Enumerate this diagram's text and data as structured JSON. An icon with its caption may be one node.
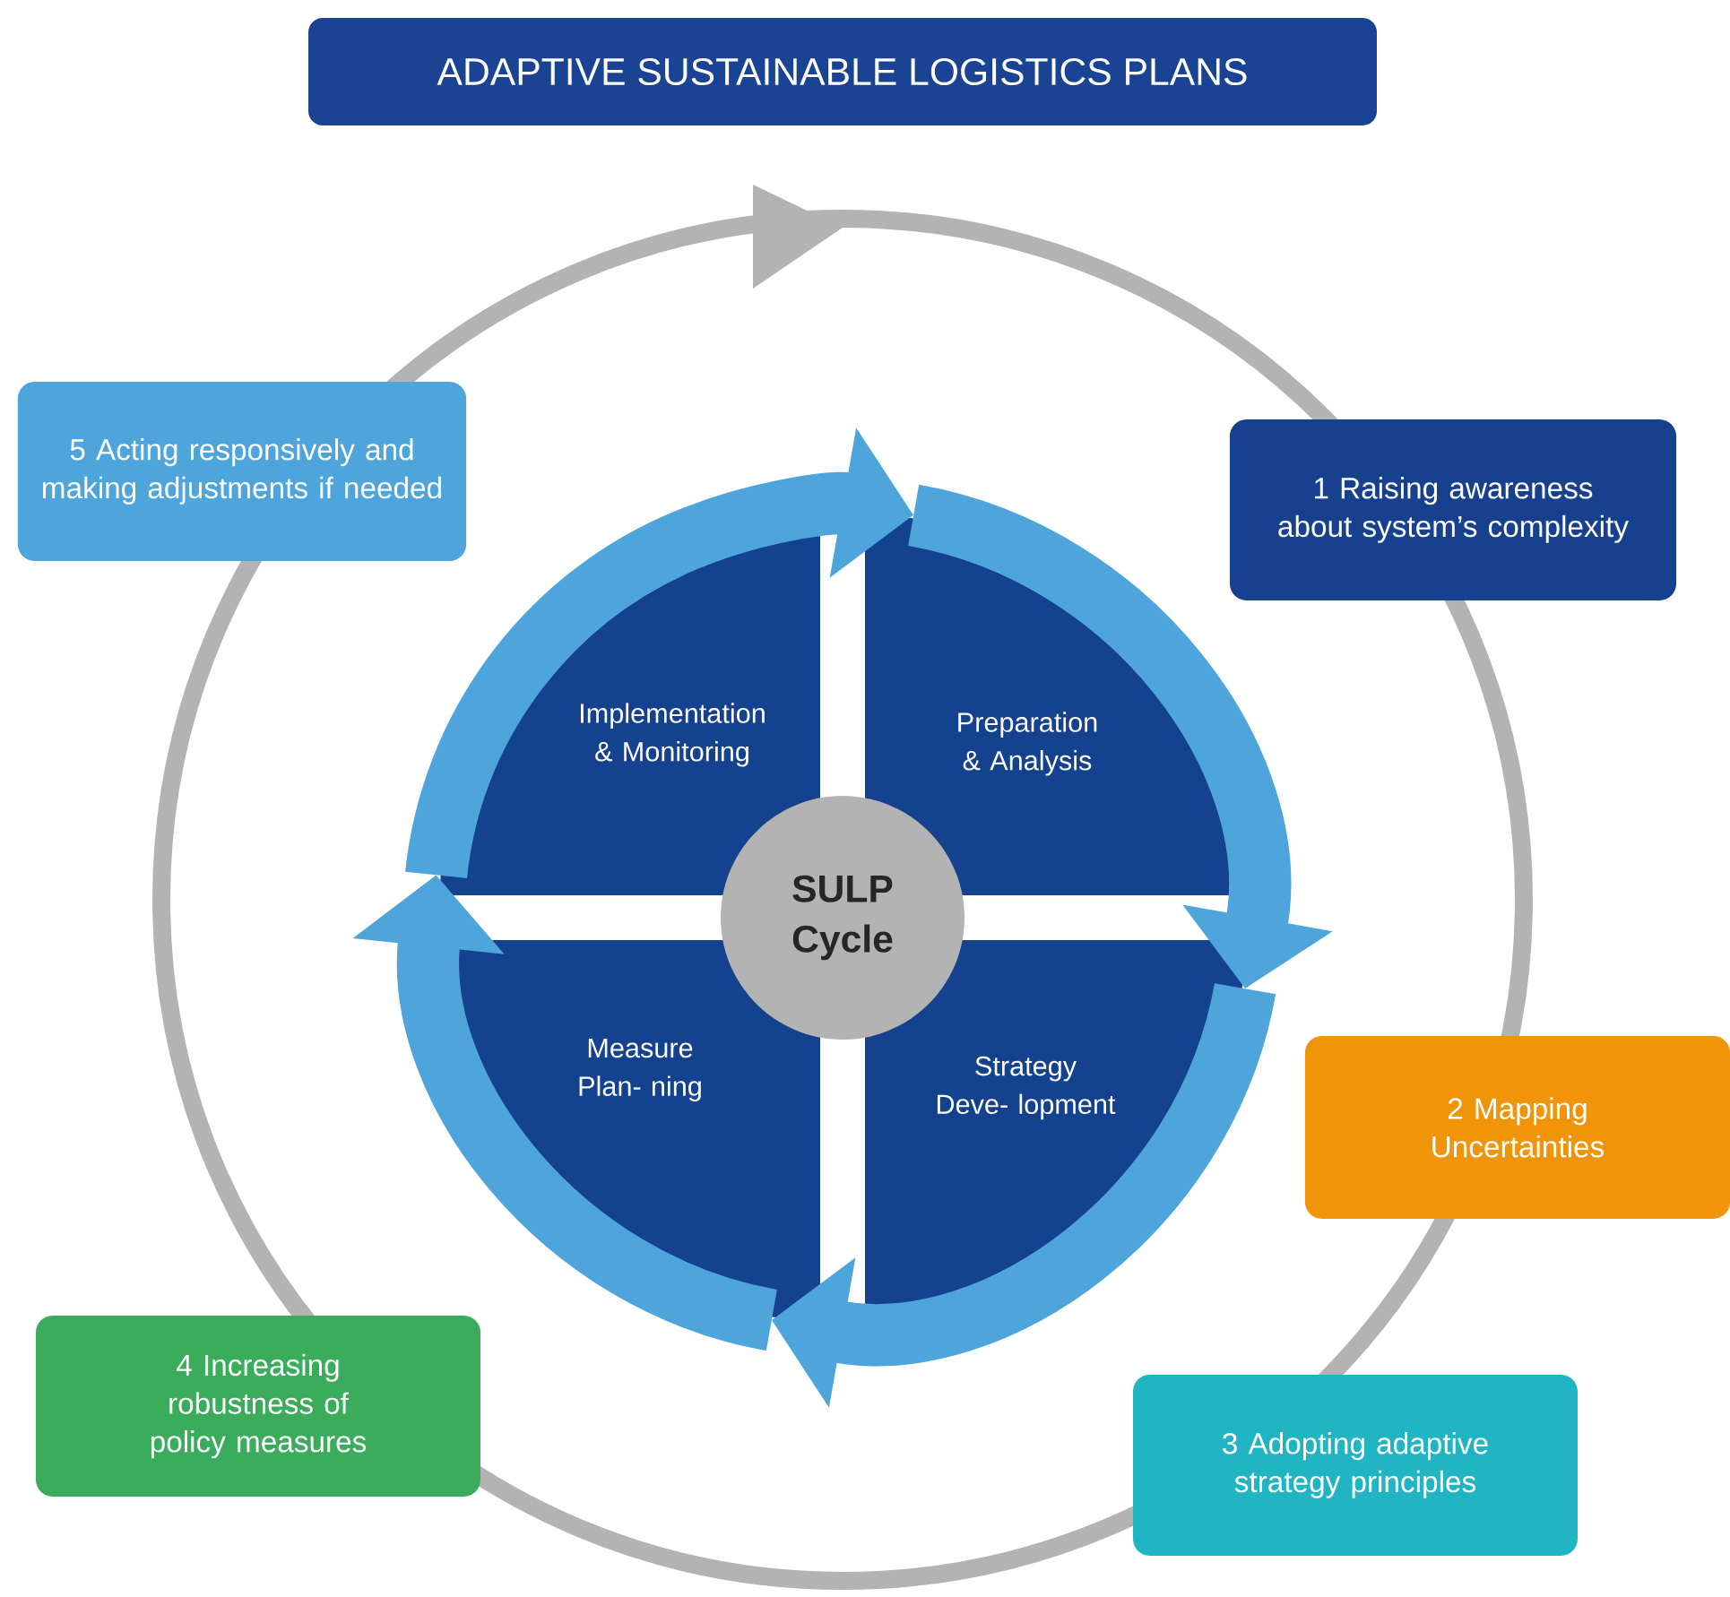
{
  "diagram": {
    "title": "ADAPTIVE SUSTAINABLE LOGISTICS PLANS",
    "nodes": [
      {
        "text": [
          "5 Acting responsively and making adjustments if needed"
        ]
      },
      {
        "text": [
          "1 Raising awareness about system’s complexity"
        ]
      },
      {
        "text": [
          "Implementation & Monitoring"
        ]
      },
      {
        "text": [
          "Preparation & Analysis"
        ]
      },
      {
        "text": [
          "SULP Cycle"
        ]
      },
      {
        "text": [
          "Measure Plan- ning"
        ]
      },
      {
        "text": [
          "Strategy Deve- lopment"
        ]
      },
      {
        "text": [
          "2 Mapping Uncertainties"
        ]
      },
      {
        "text": [
          "4 Increasing robustness of policy measures"
        ]
      },
      {
        "text": [
          "3 Adopting adaptive strategy principles"
        ]
      }
    ],
    "edges": [
      {
        "from": 2,
        "to": 3,
        "arrow": "to"
      },
      {
        "from": 3,
        "to": 6,
        "arrow": "to"
      },
      {
        "from": 6,
        "to": 5,
        "arrow": "to"
      },
      {
        "from": 5,
        "to": 2,
        "arrow": "to"
      }
    ]
  }
}
